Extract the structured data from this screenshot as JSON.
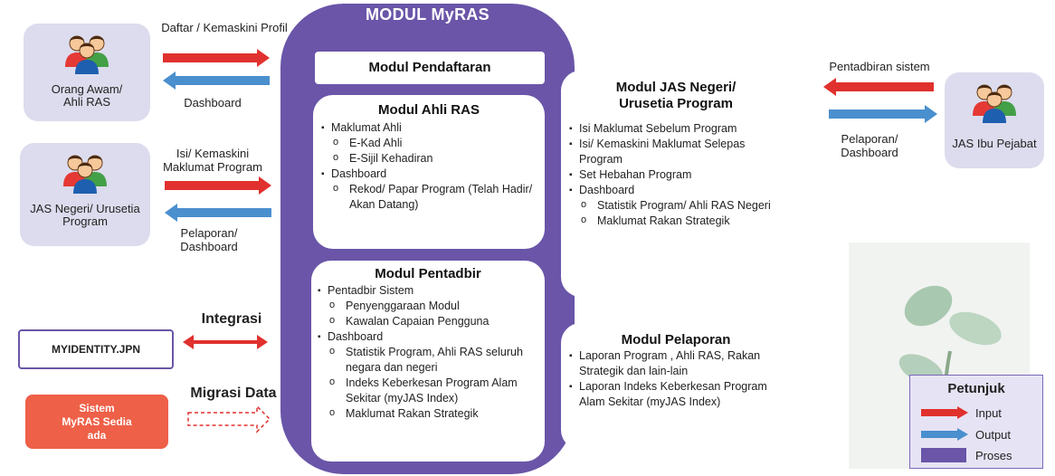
{
  "main_title": "MODUL MyRAS",
  "actors": {
    "awam": "Orang Awam/ Ahli RAS",
    "jas_negeri": "JAS Negeri/ Urusetia Program",
    "ibu_pejabat": "JAS Ibu Pejabat"
  },
  "flows": {
    "awam_in": "Daftar / Kemaskini Profil",
    "awam_out": "Dashboard",
    "negeri_in": "Isi/ Kemaskini Maklumat Program",
    "negeri_out": "Pelaporan/ Dashboard",
    "ibu_in": "Pentadbiran sistem",
    "ibu_out": "Pelaporan/ Dashboard",
    "integrasi": "Integrasi",
    "migrasi": "Migrasi Data"
  },
  "external": {
    "myidentity": "MYIDENTITY.JPN",
    "sistem_lama": "Sistem MyRAS Sedia ada"
  },
  "modules": {
    "pendaftaran": {
      "title": "Modul Pendaftaran"
    },
    "ahli_ras": {
      "title": "Modul Ahli RAS",
      "items": [
        "Maklumat Ahli",
        "E-Kad Ahli",
        "E-Sijil Kehadiran",
        "Dashboard",
        "Rekod/ Papar Program (Telah Hadir/ Akan Datang)"
      ]
    },
    "pentadbir": {
      "title": "Modul Pentadbir",
      "items": [
        "Pentadbir Sistem",
        "Penyenggaraan Modul",
        "Kawalan Capaian Pengguna",
        "Dashboard",
        "Statistik Program, Ahli RAS seluruh negara dan negeri",
        "Indeks Keberkesan Program Alam Sekitar (myJAS Index)",
        "Maklumat Rakan Strategik"
      ]
    },
    "jas_negeri": {
      "title": "Modul JAS Negeri/ Urusetia Program",
      "items": [
        "Isi Maklumat Sebelum Program",
        "Isi/ Kemaskini Maklumat Selepas Program",
        "Set Hebahan Program",
        "Dashboard",
        "Statistik Program/ Ahli RAS Negeri",
        "Maklumat Rakan Strategik"
      ]
    },
    "pelaporan": {
      "title": "Modul Pelaporan",
      "items": [
        "Laporan Program , Ahli RAS, Rakan Strategik dan lain-lain",
        "Laporan Indeks Keberkesan Program Alam Sekitar (myJAS Index)"
      ]
    }
  },
  "legend": {
    "title": "Petunjuk",
    "input": "Input",
    "output": "Output",
    "proses": "Proses"
  },
  "colors": {
    "input": "#e0312e",
    "output": "#4a8fce",
    "proses": "#6a55a8",
    "actor_bg": "#dcdcee"
  }
}
